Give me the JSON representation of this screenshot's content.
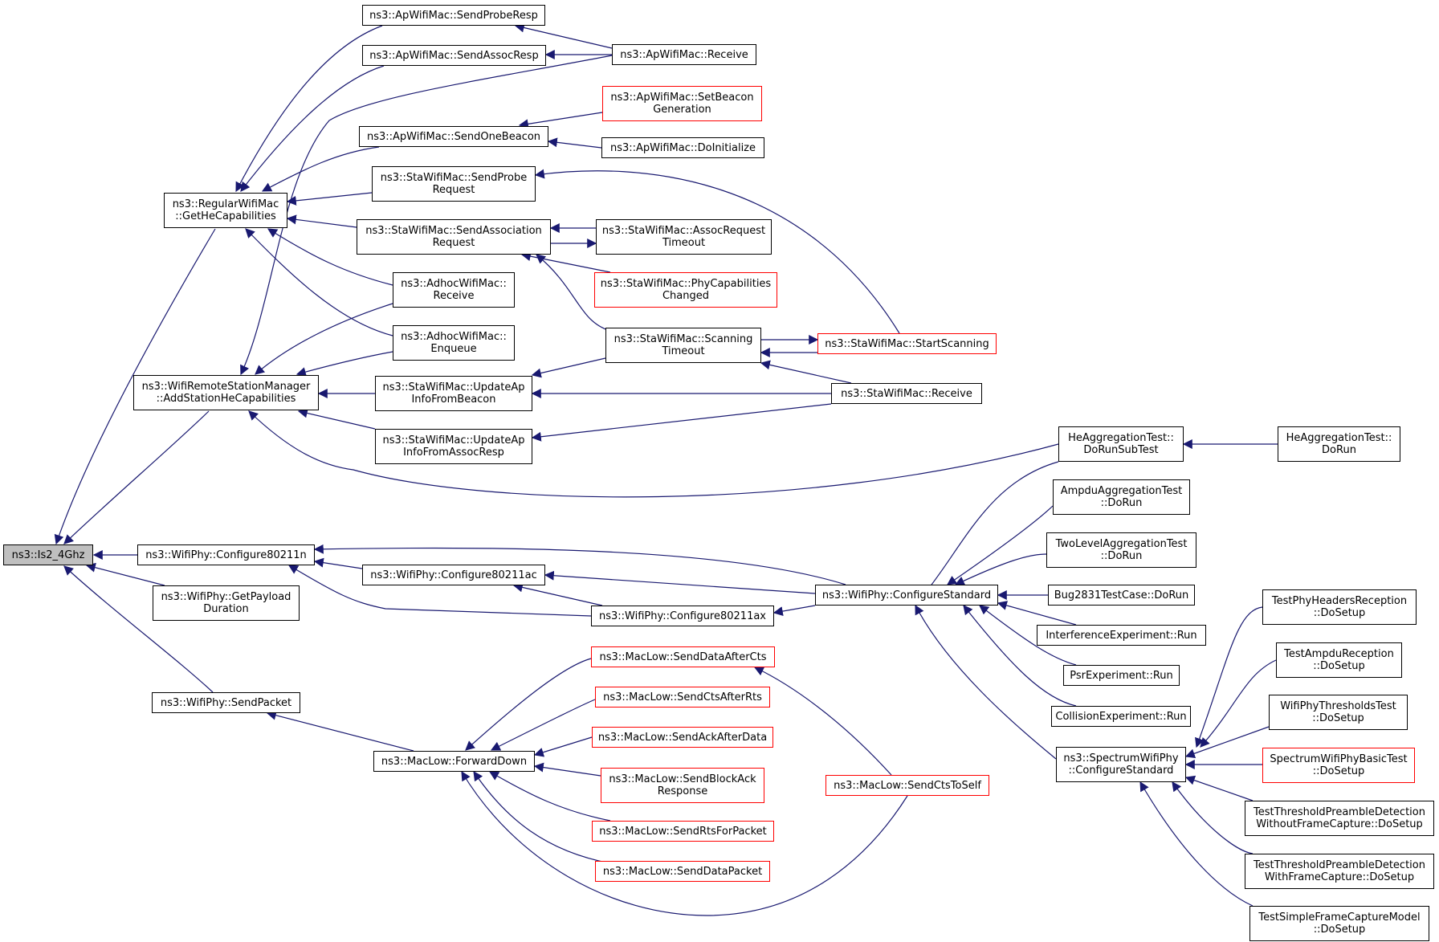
{
  "colors": {
    "edge": "#191970",
    "default_border": "#000000",
    "highlight_border": "#ff0000",
    "root_fill": "#bfbfbf"
  },
  "root": {
    "lines": [
      "ns3::Is2_4Ghz"
    ]
  },
  "nodes": {
    "rwm_gethe": {
      "lines": [
        "ns3::RegularWifiMac",
        "::GetHeCapabilities"
      ]
    },
    "wrsm_add": {
      "lines": [
        "ns3::WifiRemoteStationManager",
        "::AddStationHeCapabilities"
      ]
    },
    "wp_80211n": {
      "lines": [
        "ns3::WifiPhy::Configure80211n"
      ]
    },
    "wp_getpay": {
      "lines": [
        "ns3::WifiPhy::GetPayload",
        "Duration"
      ]
    },
    "wp_sendpkt": {
      "lines": [
        "ns3::WifiPhy::SendPacket"
      ]
    },
    "ap_probe": {
      "lines": [
        "ns3::ApWifiMac::SendProbeResp"
      ]
    },
    "ap_assoc": {
      "lines": [
        "ns3::ApWifiMac::SendAssocResp"
      ]
    },
    "ap_recv": {
      "lines": [
        "ns3::ApWifiMac::Receive"
      ]
    },
    "ap_setbeacon": {
      "lines": [
        "ns3::ApWifiMac::SetBeacon",
        "Generation"
      ]
    },
    "ap_onebeacon": {
      "lines": [
        "ns3::ApWifiMac::SendOneBeacon"
      ]
    },
    "ap_doinit": {
      "lines": [
        "ns3::ApWifiMac::DoInitialize"
      ]
    },
    "sta_probe": {
      "lines": [
        "ns3::StaWifiMac::SendProbe",
        "Request"
      ]
    },
    "sta_assocreq": {
      "lines": [
        "ns3::StaWifiMac::SendAssociation",
        "Request"
      ]
    },
    "sta_assoctimeout": {
      "lines": [
        "ns3::StaWifiMac::AssocRequest",
        "Timeout"
      ]
    },
    "sta_phycap": {
      "lines": [
        "ns3::StaWifiMac::PhyCapabilities",
        "Changed"
      ]
    },
    "adhoc_recv": {
      "lines": [
        "ns3::AdhocWifiMac::",
        "Receive"
      ]
    },
    "adhoc_enq": {
      "lines": [
        "ns3::AdhocWifiMac::",
        "Enqueue"
      ]
    },
    "sta_scan": {
      "lines": [
        "ns3::StaWifiMac::Scanning",
        "Timeout"
      ]
    },
    "sta_startscan": {
      "lines": [
        "ns3::StaWifiMac::StartScanning"
      ]
    },
    "sta_recv": {
      "lines": [
        "ns3::StaWifiMac::Receive"
      ]
    },
    "sta_updbeacon": {
      "lines": [
        "ns3::StaWifiMac::UpdateAp",
        "InfoFromBeacon"
      ]
    },
    "sta_updassoc": {
      "lines": [
        "ns3::StaWifiMac::UpdateAp",
        "InfoFromAssocResp"
      ]
    },
    "he_subtest": {
      "lines": [
        "HeAggregationTest::",
        "DoRunSubTest"
      ]
    },
    "he_dorun": {
      "lines": [
        "HeAggregationTest::",
        "DoRun"
      ]
    },
    "ampdu_agg": {
      "lines": [
        "AmpduAggregationTest",
        "::DoRun"
      ]
    },
    "twolevel": {
      "lines": [
        "TwoLevelAggregationTest",
        "::DoRun"
      ]
    },
    "wp_80211ac": {
      "lines": [
        "ns3::WifiPhy::Configure80211ac"
      ]
    },
    "wp_80211ax": {
      "lines": [
        "ns3::WifiPhy::Configure80211ax"
      ]
    },
    "wp_confstd": {
      "lines": [
        "ns3::WifiPhy::ConfigureStandard"
      ]
    },
    "bug2831": {
      "lines": [
        "Bug2831TestCase::DoRun"
      ]
    },
    "interf": {
      "lines": [
        "InterferenceExperiment::Run"
      ]
    },
    "psr": {
      "lines": [
        "PsrExperiment::Run"
      ]
    },
    "collision": {
      "lines": [
        "CollisionExperiment::Run"
      ]
    },
    "spec_confstd": {
      "lines": [
        "ns3::SpectrumWifiPhy",
        "::ConfigureStandard"
      ]
    },
    "t_phyhdr": {
      "lines": [
        "TestPhyHeadersReception",
        "::DoSetup"
      ]
    },
    "t_ampdurx": {
      "lines": [
        "TestAmpduReception",
        "::DoSetup"
      ]
    },
    "t_thresh": {
      "lines": [
        "WifiPhyThresholdsTest",
        "::DoSetup"
      ]
    },
    "t_specbasic": {
      "lines": [
        "SpectrumWifiPhyBasicTest",
        "::DoSetup"
      ]
    },
    "t_tpd_without": {
      "lines": [
        "TestThresholdPreambleDetection",
        "WithoutFrameCapture::DoSetup"
      ]
    },
    "t_tpd_with": {
      "lines": [
        "TestThresholdPreambleDetection",
        "WithFrameCapture::DoSetup"
      ]
    },
    "t_simplefc": {
      "lines": [
        "TestSimpleFrameCaptureModel",
        "::DoSetup"
      ]
    },
    "ml_fwd": {
      "lines": [
        "ns3::MacLow::ForwardDown"
      ]
    },
    "ml_dataaftercts": {
      "lines": [
        "ns3::MacLow::SendDataAfterCts"
      ]
    },
    "ml_ctsafterrts": {
      "lines": [
        "ns3::MacLow::SendCtsAfterRts"
      ]
    },
    "ml_ackafterdata": {
      "lines": [
        "ns3::MacLow::SendAckAfterData"
      ]
    },
    "ml_blockack": {
      "lines": [
        "ns3::MacLow::SendBlockAck",
        "Response"
      ]
    },
    "ml_rts": {
      "lines": [
        "ns3::MacLow::SendRtsForPacket"
      ]
    },
    "ml_datapkt": {
      "lines": [
        "ns3::MacLow::SendDataPacket"
      ]
    },
    "ml_ctstoself": {
      "lines": [
        "ns3::MacLow::SendCtsToSelf"
      ]
    }
  }
}
